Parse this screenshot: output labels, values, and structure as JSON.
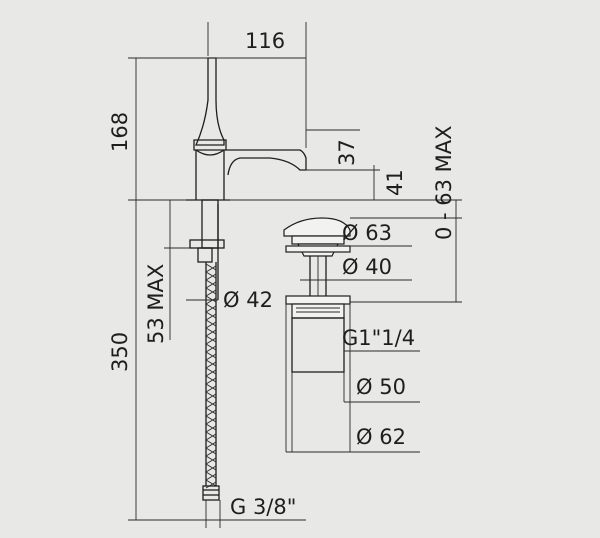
{
  "dimensions": {
    "spout_reach": "116",
    "spout_top_height": "168",
    "spout_drop": "37",
    "outlet_height": "41",
    "drain_travel": "0 - 63 MAX",
    "deck_thickness": "53 MAX",
    "hose_length": "350",
    "hole_diameter": "Ø 42",
    "drain_cap_diameter": "Ø 63",
    "drain_neck_diameter": "Ø 40",
    "drain_thread": "G1\"1/4",
    "drain_body_diameter": "Ø 50",
    "drain_flange_diameter": "Ø 62",
    "hose_connection": "G 3/8\""
  }
}
